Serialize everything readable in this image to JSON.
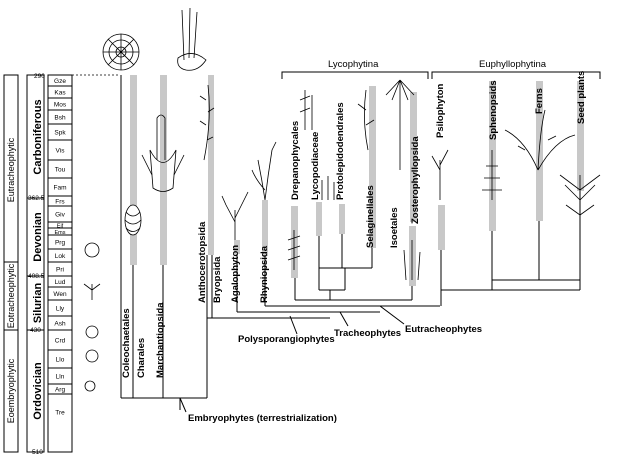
{
  "groups": {
    "lycophytina": "Lycophytina",
    "euphyllophytina": "Euphyllophytina"
  },
  "taxa": {
    "coleochaetales": "Coleochaetales",
    "charales": "Charales",
    "marchantiopsida": "Marchantiopsida",
    "anthocerotopsida": "Anthocerotopsida",
    "bryopsida": "Bryopsida",
    "agalophyton": "Agalophyton",
    "rhyniopsida": "Rhyniopsida",
    "drepanophycales": "Drepanophycales",
    "lycopodiaceae": "Lycopodiaceae",
    "protolepidodendrales": "Protolepidodendrales",
    "selaginellales": "Selaginellales",
    "isoetales": "Isoetales",
    "zosterophyllopsida": "Zosterophyllopsida",
    "psilophyton": "Psilophyton",
    "sphenopsids": "Sphenopsids",
    "ferns": "Ferns",
    "seed_plants": "Seed plants"
  },
  "clades": {
    "polysporangiophytes": "Polysporangiophytes",
    "tracheophytes": "Tracheophytes",
    "eutracheophytes": "Eutracheophytes",
    "embryophytes": "Embryophytes (terrestrialization)"
  },
  "timescale": {
    "eras": [
      "Eutracheophytic",
      "Eotracheophytic",
      "Eoembryophytic"
    ],
    "periods": [
      "Carboniferous",
      "Devonian",
      "Silurian",
      "Ordovician"
    ],
    "ages": [
      "290",
      "362.5",
      "408.5",
      "430",
      "510"
    ],
    "stages": [
      "Gze",
      "Kas",
      "Mos",
      "Bsh",
      "Spk",
      "Vis",
      "Tou",
      "Fam",
      "Frs",
      "Giv",
      "Eif",
      "Ems",
      "Prg",
      "Lok",
      "Pri",
      "Lud",
      "Wen",
      "Lly",
      "Ash",
      "Crd",
      "Llo",
      "Lln",
      "Arg",
      "Tre"
    ]
  }
}
